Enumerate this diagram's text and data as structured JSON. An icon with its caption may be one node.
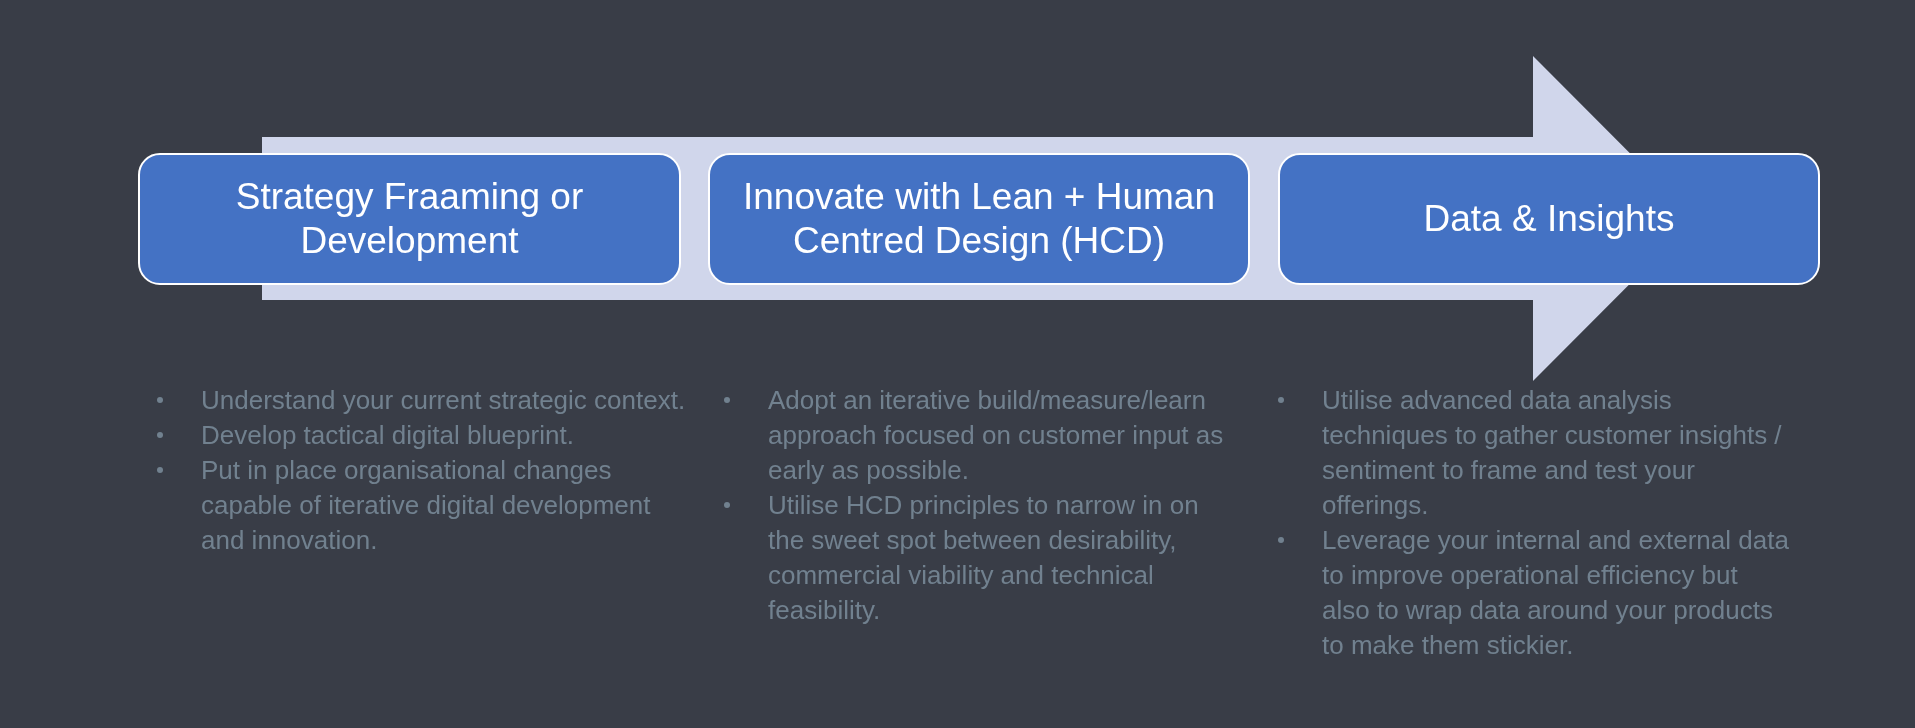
{
  "diagram": {
    "nodes": [
      {
        "text": [
          "Strategy Fraaming or Development"
        ],
        "beside": [
          "Understand your current strategic context.",
          "Develop tactical digital blueprint.",
          "Put in place organisational changes capable of iterative digital development and innovation."
        ]
      },
      {
        "text": [
          "Innovate with Lean + Human Centred Design (HCD)"
        ],
        "beside": [
          "Adopt an iterative build/measure/learn approach focused on customer input as early as possible.",
          "Utilise HCD principles to narrow in on the sweet spot between desirability, commercial viability and technical feasibility."
        ]
      },
      {
        "text": [
          "Data & Insights"
        ],
        "beside": [
          "Utilise advanced data analysis techniques to gather customer insights / sentiment to frame and test your offerings.",
          "Leverage your internal and external data to improve operational efficiency but also to wrap data around your products to make them stickier."
        ]
      }
    ]
  }
}
